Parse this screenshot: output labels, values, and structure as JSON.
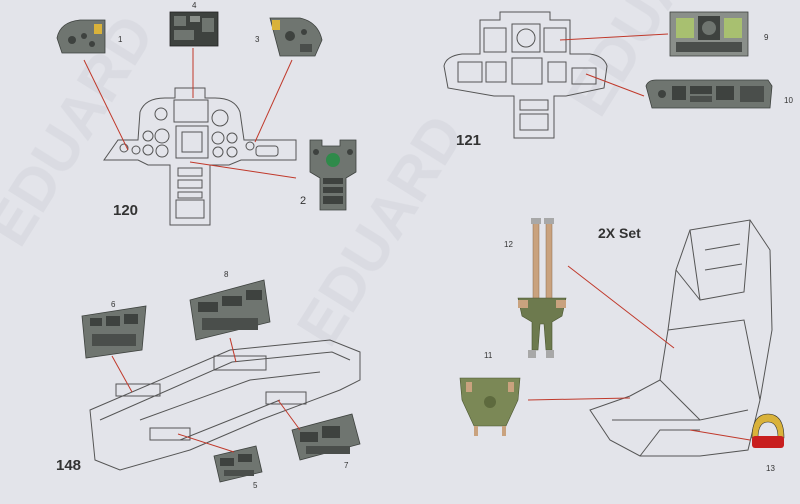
{
  "sections": {
    "s120": "120",
    "s121": "121",
    "s148": "148"
  },
  "set_note": "2X Set",
  "parts": {
    "p1": "1",
    "p2": "2",
    "p3": "3",
    "p4": "4",
    "p5": "5",
    "p6": "6",
    "p7": "7",
    "p8": "8",
    "p9": "9",
    "p10": "10",
    "p11": "11",
    "p12": "12",
    "p13": "13"
  },
  "watermark": "EDUARD",
  "colors": {
    "background": "#e3e4ea",
    "line": "#555555",
    "leader": "#c0392b",
    "panel_grey": "#6f7570",
    "panel_dark": "#3e423f",
    "belt_tan": "#c9a27e",
    "belt_green": "#6d7a4e",
    "cushion_green": "#7b8856",
    "handle_red": "#c81e1e",
    "handle_yellow": "#d9b23a"
  }
}
